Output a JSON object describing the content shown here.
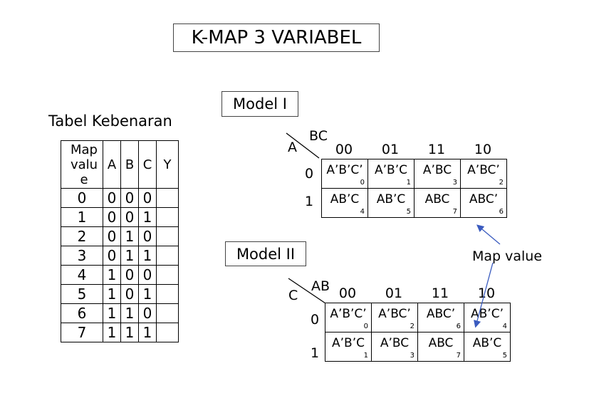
{
  "title": "K-MAP 3 VARIABEL",
  "truth_table": {
    "caption": "Tabel Kebenaran",
    "headers": [
      "Map value",
      "A",
      "B",
      "C",
      "Y"
    ],
    "rows": [
      [
        "0",
        "0",
        "0",
        "0",
        ""
      ],
      [
        "1",
        "0",
        "0",
        "1",
        ""
      ],
      [
        "2",
        "0",
        "1",
        "0",
        ""
      ],
      [
        "3",
        "0",
        "1",
        "1",
        ""
      ],
      [
        "4",
        "1",
        "0",
        "0",
        ""
      ],
      [
        "5",
        "1",
        "0",
        "1",
        ""
      ],
      [
        "6",
        "1",
        "1",
        "0",
        ""
      ],
      [
        "7",
        "1",
        "1",
        "1",
        ""
      ]
    ]
  },
  "model1": {
    "label": "Model I",
    "col_var": "BC",
    "row_var": "A",
    "col_labels": [
      "00",
      "01",
      "11",
      "10"
    ],
    "row_labels": [
      "0",
      "1"
    ],
    "cells": [
      [
        {
          "term": "A’B’C’",
          "idx": "0"
        },
        {
          "term": "A’B’C",
          "idx": "1"
        },
        {
          "term": "A’BC",
          "idx": "3"
        },
        {
          "term": "A’BC’",
          "idx": "2"
        }
      ],
      [
        {
          "term": "AB’C",
          "idx": "4"
        },
        {
          "term": "AB’C",
          "idx": "5"
        },
        {
          "term": "ABC",
          "idx": "7"
        },
        {
          "term": "ABC’",
          "idx": "6"
        }
      ]
    ]
  },
  "model2": {
    "label": "Model II",
    "col_var": "AB",
    "row_var": "C",
    "col_labels": [
      "00",
      "01",
      "11",
      "10"
    ],
    "row_labels": [
      "0",
      "1"
    ],
    "cells": [
      [
        {
          "term": "A’B’C’",
          "idx": "0"
        },
        {
          "term": "A’BC’",
          "idx": "2"
        },
        {
          "term": "ABC’",
          "idx": "6"
        },
        {
          "term": "AB’C’",
          "idx": "4"
        }
      ],
      [
        {
          "term": "A’B’C",
          "idx": "1"
        },
        {
          "term": "A’BC",
          "idx": "3"
        },
        {
          "term": "ABC",
          "idx": "7"
        },
        {
          "term": "AB’C",
          "idx": "5"
        }
      ]
    ]
  },
  "annotation": "Map value",
  "arrow_color": "#3a5bbf"
}
